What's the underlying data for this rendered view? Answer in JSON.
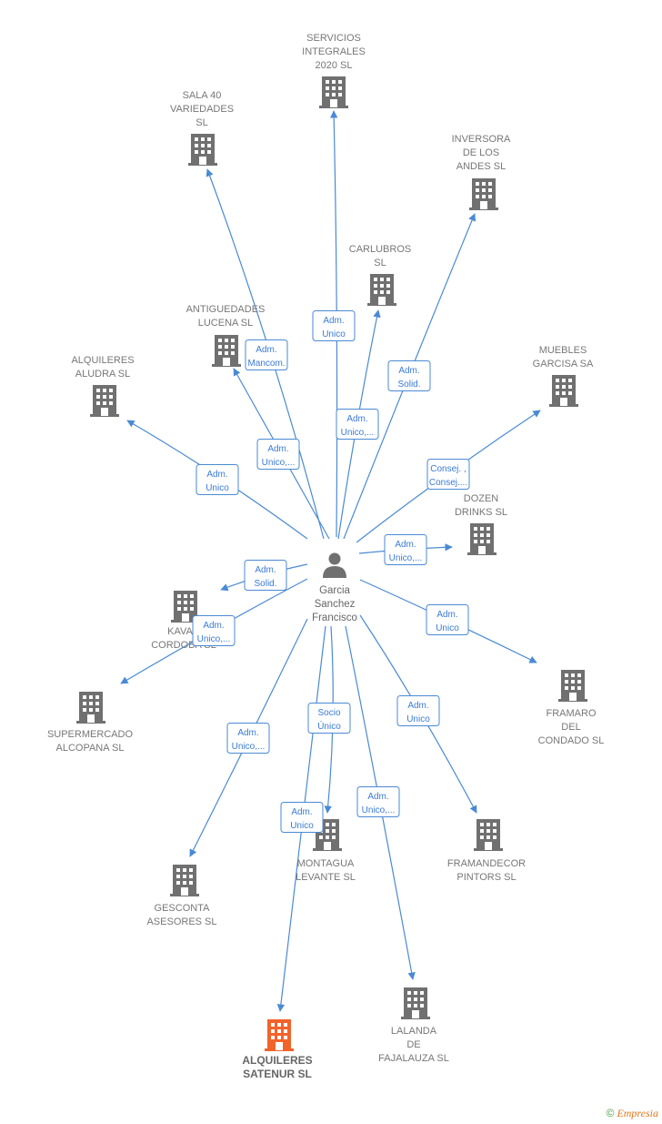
{
  "colors": {
    "edge": "#4a8ad4",
    "building": "#707070",
    "building_highlight": "#f2632a",
    "person": "#707070"
  },
  "person": {
    "name_lines": [
      "Garcia",
      "Sanchez",
      "Francisco"
    ],
    "icon": "person-icon"
  },
  "companies": [
    {
      "id": "servicios",
      "lines": [
        "SERVICIOS",
        "INTEGRALES",
        "2020  SL"
      ],
      "role": [
        "Adm.",
        "Unico"
      ]
    },
    {
      "id": "sala40",
      "lines": [
        "SALA 40",
        "VARIEDADES",
        "SL"
      ],
      "role": [
        "Adm.",
        "Mancom."
      ]
    },
    {
      "id": "inversora",
      "lines": [
        "INVERSORA",
        "DE LOS",
        "ANDES SL"
      ],
      "role": [
        "Adm.",
        "Solid."
      ]
    },
    {
      "id": "carlubros",
      "lines": [
        "CARLUBROS",
        "SL"
      ],
      "role": [
        "Adm.",
        "Unico,..."
      ]
    },
    {
      "id": "antiguedades",
      "lines": [
        "ANTIGUEDADES",
        "LUCENA  SL"
      ],
      "role": [
        "Adm.",
        "Unico,..."
      ]
    },
    {
      "id": "aludra",
      "lines": [
        "ALQUILERES",
        "ALUDRA  SL"
      ],
      "role": [
        "Adm.",
        "Unico"
      ]
    },
    {
      "id": "garcisa",
      "lines": [
        "MUEBLES",
        "GARCISA SA"
      ],
      "role": [
        "Consej. ,",
        "Consej...."
      ]
    },
    {
      "id": "dozen",
      "lines": [
        "DOZEN",
        "DRINKS  SL"
      ],
      "role": [
        "Adm.",
        "Unico,..."
      ]
    },
    {
      "id": "kavan",
      "lines": [
        "KAVAN",
        "CORDOBA SL"
      ],
      "role": [
        "Adm.",
        "Solid."
      ]
    },
    {
      "id": "alcopana",
      "lines": [
        "SUPERMERCADO",
        "ALCOPANA  SL"
      ],
      "role": [
        "Adm.",
        "Unico,..."
      ]
    },
    {
      "id": "framaro",
      "lines": [
        "FRAMARO",
        "DEL",
        "CONDADO  SL"
      ],
      "role": [
        "Adm.",
        "Unico"
      ]
    },
    {
      "id": "gesconta",
      "lines": [
        "GESCONTA",
        "ASESORES  SL"
      ],
      "role": [
        "Adm.",
        "Unico,..."
      ]
    },
    {
      "id": "montagua",
      "lines": [
        "MONTAGUA",
        "LEVANTE SL"
      ],
      "role": [
        "Socio",
        "Único"
      ]
    },
    {
      "id": "framandecor",
      "lines": [
        "FRAMANDECOR",
        "PINTORS SL"
      ],
      "role": [
        "Adm.",
        "Unico"
      ]
    },
    {
      "id": "satenur",
      "lines": [
        "ALQUILERES",
        "SATENUR  SL"
      ],
      "role": [
        "Adm.",
        "Unico"
      ],
      "highlight": true
    },
    {
      "id": "lalanda",
      "lines": [
        "LALANDA",
        "DE",
        "FAJALAUZA  SL"
      ],
      "role": [
        "Adm.",
        "Unico,..."
      ]
    }
  ],
  "footer": {
    "copyright_symbol": "©",
    "brand": "Empresia"
  }
}
